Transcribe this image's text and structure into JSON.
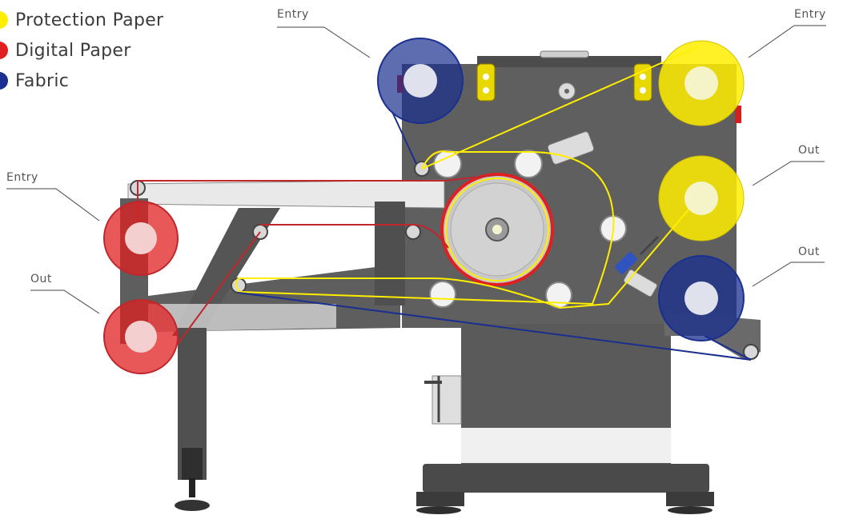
{
  "legend": [
    {
      "label": "Protection Paper",
      "color": "#ffee00"
    },
    {
      "label": "Digital Paper",
      "color": "#e02020"
    },
    {
      "label": "Fabric",
      "color": "#1a2f8f"
    }
  ],
  "callouts": {
    "top_center_entry": "Entry",
    "top_right_entry": "Entry",
    "right_mid_out": "Out",
    "right_lower_out": "Out",
    "left_entry": "Entry",
    "left_out": "Out"
  },
  "colors": {
    "machine_body": "#5f5f5f",
    "machine_dark": "#3f3f3f",
    "white_panel": "#f2f2f2",
    "protection_paper": "#ffee00",
    "digital_paper": "#e02020",
    "fabric": "#1a2f8f"
  }
}
